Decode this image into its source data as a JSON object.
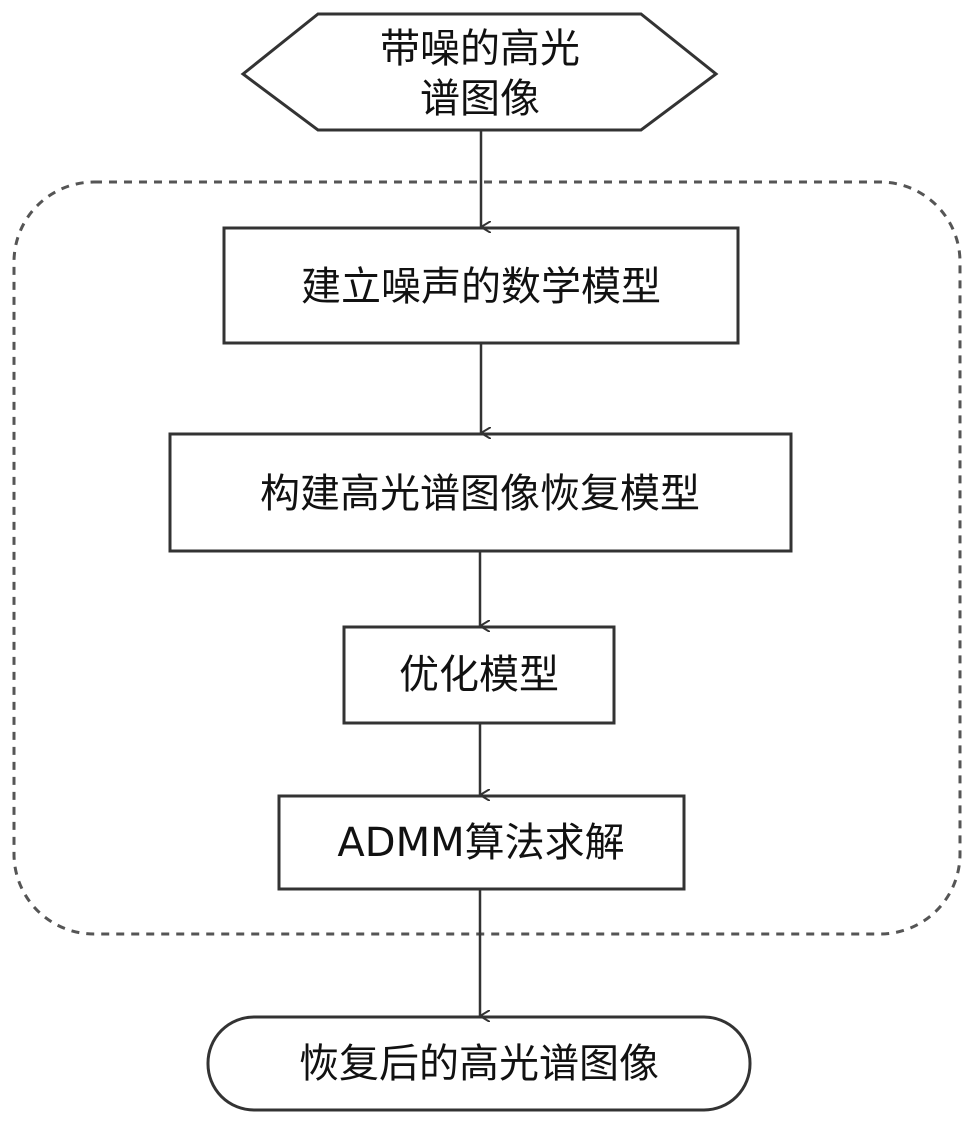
{
  "diagram": {
    "input": {
      "line1": "带噪的高光",
      "line2": "谱图像"
    },
    "steps": [
      "建立噪声的数学模型",
      "构建高光谱图像恢复模型",
      "优化模型",
      "ADMM算法求解"
    ],
    "output": "恢复后的高光谱图像"
  },
  "colors": {
    "stroke": "#333333",
    "text": "#111111",
    "dashed_border": "#555555",
    "background": "#ffffff"
  }
}
